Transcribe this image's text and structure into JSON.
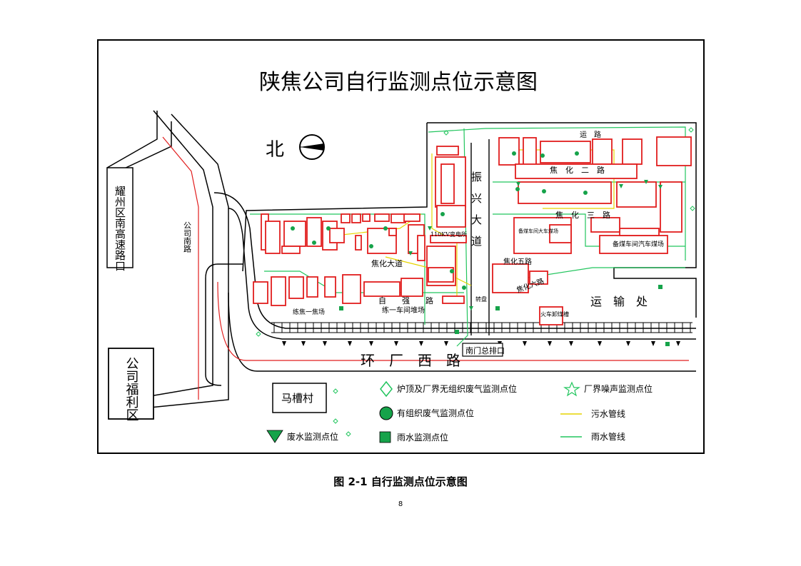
{
  "map": {
    "title": "陕焦公司自行监测点位示意图",
    "north_label": "北",
    "roads": {
      "left_highway": "耀州区南高速路口",
      "company_road": "公司南路",
      "west_ring": "环　厂　西　路",
      "main_avenue": "振　兴　大　道",
      "road_jiaohua2": "焦　化　二　路",
      "road_jiaohua3": "焦　化　三　路",
      "road_jiaohua4": "焦化大道",
      "road_jiaohua5": "焦化五路",
      "road_jiaohua6": "焦化六路",
      "road_top": "运　路",
      "road_self": "自　　强　　路"
    },
    "areas": {
      "welfare": "公司福利区",
      "village": "马槽村",
      "transport": "运　输　处",
      "south_outlet": "南门总排口",
      "coal_yard_1": "练一车间堆场",
      "coal_yard_south": "练焦一焦场",
      "truck_yard": "备煤车间汽车煤场",
      "coal_yard_north": "备煤车间大车煤场",
      "substation": "110KV变电所",
      "car_unload": "火车卸煤槽",
      "turntable": "转盘"
    }
  },
  "legend": {
    "items": [
      {
        "symbol": "diamond",
        "color": "#22c55e",
        "label": "炉顶及厂界无组织废气监测点位"
      },
      {
        "symbol": "star",
        "color": "#22c55e",
        "label": "厂界噪声监测点位"
      },
      {
        "symbol": "circle",
        "color": "#16a34a",
        "label": "有组织废气监测点位"
      },
      {
        "symbol": "line",
        "color": "#e6d400",
        "label": "污水管线"
      },
      {
        "symbol": "triangle",
        "color": "#16a34a",
        "label": "废水监测点位"
      },
      {
        "symbol": "square",
        "color": "#16a34a",
        "label": "雨水监测点位"
      },
      {
        "symbol": "line",
        "color": "#22c55e",
        "label": "雨水管线"
      }
    ]
  },
  "colors": {
    "building": "#e11d1d",
    "road": "#000000",
    "rain_pipe": "#22c55e",
    "sewage_pipe": "#e6d400",
    "monitor": "#16a34a",
    "railway": "#e11d1d"
  },
  "caption": "图 2-1 自行监测点位示意图",
  "page_number": "8"
}
